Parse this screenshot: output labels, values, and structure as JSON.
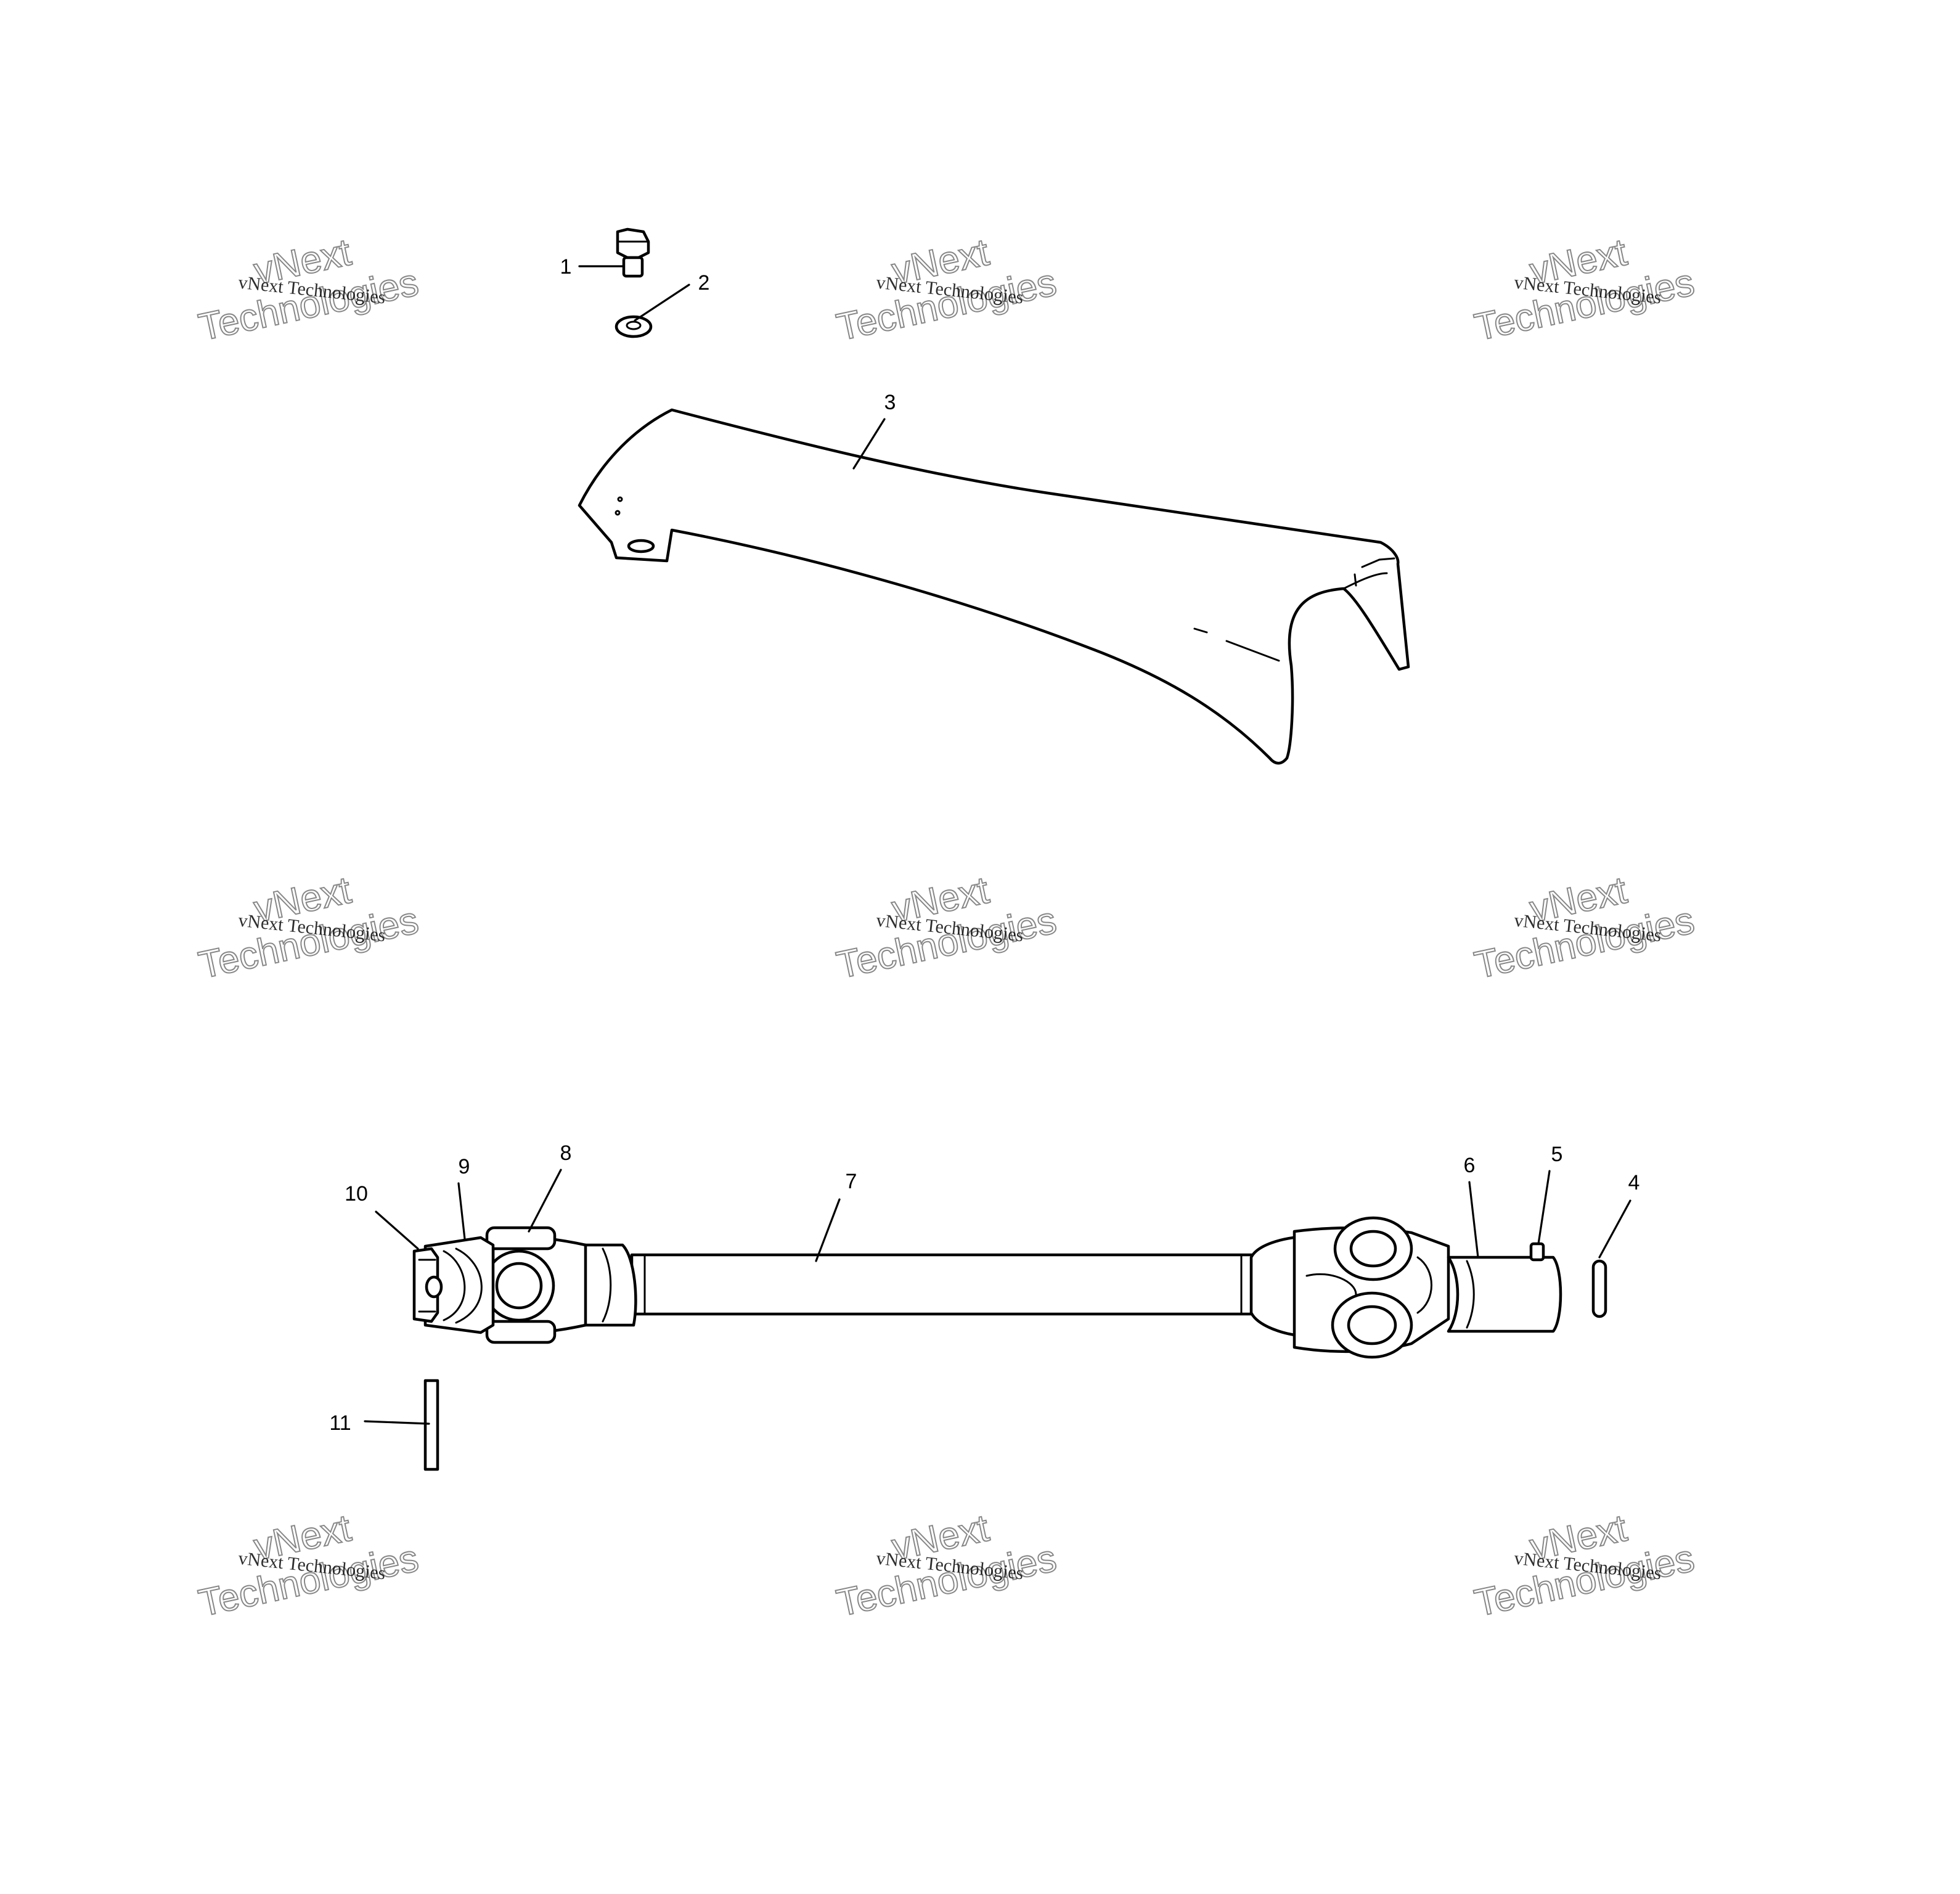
{
  "diagram": {
    "type": "exploded-parts-diagram",
    "callouts": [
      "1",
      "2",
      "3",
      "4",
      "5",
      "6",
      "7",
      "8",
      "9",
      "10",
      "11"
    ],
    "line_color": "#000000",
    "background": "#ffffff"
  },
  "watermark": {
    "line1": "vNext Technologies",
    "line2": "vNext",
    "line3": "Technologies",
    "color": "#b0b0b0"
  }
}
